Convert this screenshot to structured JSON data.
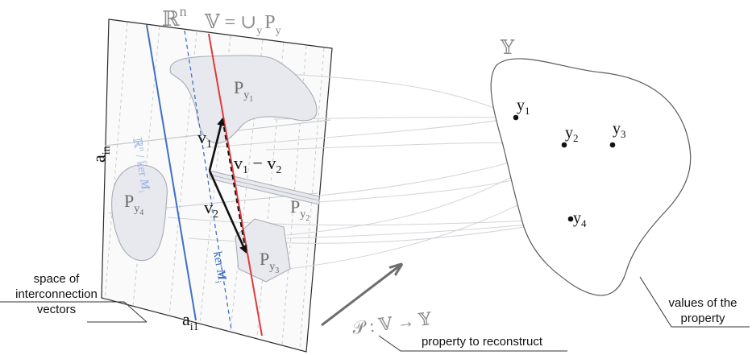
{
  "labels": {
    "rn": "ℝ",
    "rn_sup": "n",
    "v_union": "𝕍 = ∪",
    "v_union_sub": "y",
    "v_union_p": "P",
    "v_union_p_sub": "y",
    "ain": "a",
    "ain_sub": "in",
    "ai1": "a",
    "ai1_sub": "i1",
    "rn_ker": "ℝ",
    "rn_ker_sup": "n",
    "rn_ker_rest": " / ker ",
    "rn_ker_m": "M",
    "rn_ker_i": "i",
    "ker_mi": "ker ",
    "ker_mi_m": "M",
    "ker_mi_i": "i",
    "v1": "v",
    "v1_sub": "1",
    "v2": "v",
    "v2_sub": "2",
    "v1_minus_v2_a": "v",
    "v1_minus_v2_a_sub": "1",
    "v1_minus_v2_mid": " − v",
    "v1_minus_v2_b_sub": "2",
    "py1": "P",
    "py1_sub": "y",
    "py1_subsub": "1",
    "py2": "P",
    "py2_sub": "y",
    "py2_subsub": "2",
    "py3": "P",
    "py3_sub": "y",
    "py3_subsub": "3",
    "py4": "P",
    "py4_sub": "y",
    "py4_subsub": "4",
    "y_space": "𝕐",
    "y1": "y",
    "y1_sub": "1",
    "y2": "y",
    "y2_sub": "2",
    "y3": "y",
    "y3_sub": "3",
    "y4": "y",
    "y4_sub": "4",
    "mapping": "𝒫 : 𝕍 → 𝕐",
    "annotation_space_1": "space of",
    "annotation_space_2": "interconnection",
    "annotation_space_3": "vectors",
    "annotation_property": "property to reconstruct",
    "annotation_values_1": "values of the",
    "annotation_values_2": "property"
  },
  "colors": {
    "blue": "#3f6fc8",
    "light_blue": "#9db6e6",
    "red": "#e03a3a",
    "region_fill": "#e7e9ee",
    "region_stroke": "#a8acb4",
    "plane_stroke": "#2b2b2b",
    "dash_gray": "#c9cbd0",
    "arrow_gray": "#6e6e6e"
  }
}
